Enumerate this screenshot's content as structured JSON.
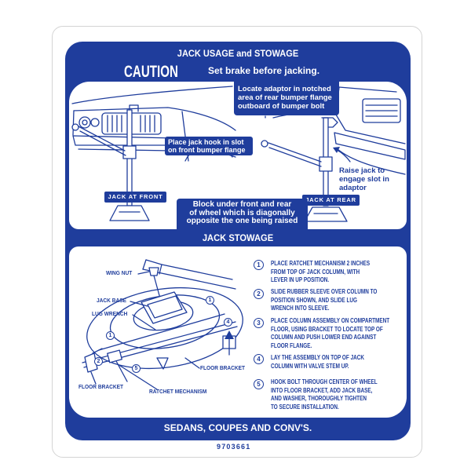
{
  "header": {
    "title": "JACK USAGE and STOWAGE",
    "caution": "CAUTION",
    "caution_text": "Set brake before jacking."
  },
  "usage": {
    "rear_adaptor_note": [
      "Locate adaptor in notched",
      "area of rear bumper flange",
      "outboard of bumper bolt"
    ],
    "front_hook_note": [
      "Place jack hook in slot",
      "on front bumper flange"
    ],
    "jack_at_front": "JACK AT FRONT",
    "jack_at_rear": "JACK AT REAR",
    "block_note": [
      "Block under front and rear",
      "of wheel which is diagonally",
      "opposite the one being raised"
    ],
    "raise_note": [
      "Raise jack to",
      "engage slot in",
      "adaptor"
    ]
  },
  "stowage": {
    "title": "JACK STOWAGE",
    "labels": {
      "wing_nut": "WING NUT",
      "jack_base": "JACK BASE",
      "lug_wrench": "LUG WRENCH",
      "floor_bracket_right": "FLOOR BRACKET",
      "floor_bracket_left": "FLOOR BRACKET",
      "ratchet_mechanism": "RATCHET MECHANISM"
    },
    "callouts": [
      "1",
      "4",
      "1",
      "5",
      "2"
    ],
    "steps": [
      {
        "number": "1",
        "lines": [
          "PLACE RATCHET MECHANISM 2 INCHES",
          "FROM TOP OF JACK COLUMN, WITH",
          "LEVER IN UP POSITION."
        ]
      },
      {
        "number": "2",
        "lines": [
          "SLIDE RUBBER SLEEVE OVER COLUMN TO",
          "POSITION SHOWN, AND SLIDE LUG",
          "WRENCH INTO SLEEVE."
        ]
      },
      {
        "number": "3",
        "lines": [
          "PLACE COLUMN ASSEMBLY ON COMPARTMENT",
          "FLOOR, USING BRACKET TO LOCATE TOP OF",
          "COLUMN AND PUSH LOWER END AGAINST",
          "FLOOR FLANGE."
        ]
      },
      {
        "number": "4",
        "lines": [
          "LAY THE ASSEMBLY ON TOP OF JACK",
          "COLUMN WITH VALVE STEM UP."
        ]
      },
      {
        "number": "5",
        "lines": [
          "HOOK BOLT THROUGH CENTER OF WHEEL",
          "INTO FLOOR BRACKET, ADD JACK BASE,",
          "AND WASHER, THOROUGHLY TIGHTEN",
          "TO SECURE INSTALLATION."
        ]
      }
    ]
  },
  "footer": {
    "models": "SEDANS, COUPES AND CONV'S.",
    "part_number": "9703661"
  },
  "colors": {
    "decal_blue": "#1f3d9c",
    "background": "#ffffff"
  }
}
